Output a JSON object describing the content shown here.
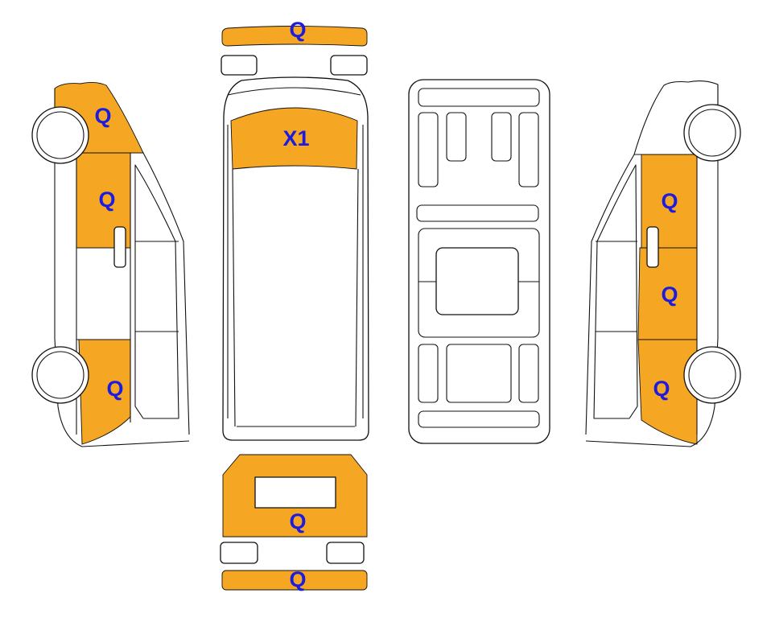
{
  "colors": {
    "damage_fill": "#f5a623",
    "label_text": "#1c1ce0",
    "outline": "#111111",
    "background": "#ffffff"
  },
  "views": {
    "top_view": {
      "front_bumper_label": "Q",
      "roof_label": "X1"
    },
    "underside_view": {},
    "left_side_view": {
      "front_fender_label": "Q",
      "front_door_label": "Q",
      "rear_quarter_label": "Q"
    },
    "right_side_view": {
      "front_door_label": "Q",
      "middle_panel_label": "Q",
      "rear_quarter_label": "Q"
    },
    "rear_view": {
      "rear_door_label": "Q",
      "rear_bumper_label": "Q"
    }
  }
}
